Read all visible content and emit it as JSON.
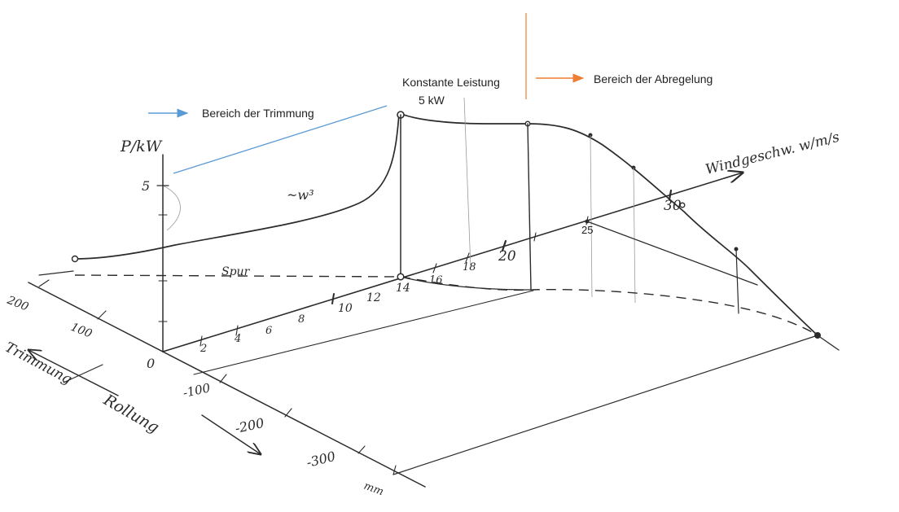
{
  "annotations": {
    "trim_region": "Bereich der Trimmung",
    "constant_power_line1": "Konstante Leistung",
    "constant_power_line2": "5 kW",
    "limit_region": "Bereich der Abregelung"
  },
  "axes": {
    "power_label": "P/kW",
    "power_tick": "5",
    "wind_label": "Windgeschw. w/m/s",
    "trim_label": "Trimmung",
    "roll_label": "Rollung",
    "unit_mm": "mm",
    "origin": "0",
    "wind_ticks": [
      "2",
      "4",
      "6",
      "8",
      "10",
      "12",
      "14",
      "16",
      "18",
      "20",
      "25",
      "30"
    ],
    "trim_ticks": [
      "200",
      "100"
    ],
    "roll_ticks": [
      "-100",
      "-200",
      "-300"
    ]
  },
  "curve_labels": {
    "cubic": "~w³",
    "track": "Spur"
  },
  "colors": {
    "trim_arrow": "#5b9bd5",
    "limit_arrow": "#ed7d31",
    "ink": "#2b2b2b"
  }
}
